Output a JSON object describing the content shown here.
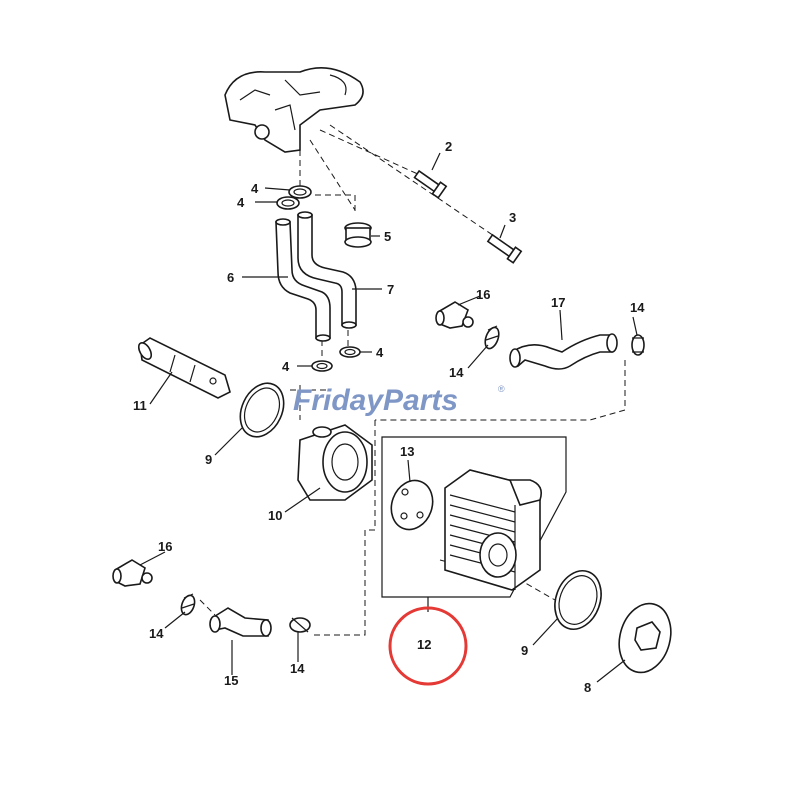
{
  "watermark": {
    "text_a": "Friday",
    "text_b": "Parts",
    "reg": "®",
    "color": "#7f97c6"
  },
  "highlight_color": "#e53935",
  "callouts": [
    {
      "id": "c2",
      "text": "2"
    },
    {
      "id": "c3",
      "text": "3"
    },
    {
      "id": "c4a",
      "text": "4"
    },
    {
      "id": "c4b",
      "text": "4"
    },
    {
      "id": "c4c",
      "text": "4"
    },
    {
      "id": "c4d",
      "text": "4"
    },
    {
      "id": "c5",
      "text": "5"
    },
    {
      "id": "c6",
      "text": "6"
    },
    {
      "id": "c7",
      "text": "7"
    },
    {
      "id": "c8",
      "text": "8"
    },
    {
      "id": "c9a",
      "text": "9"
    },
    {
      "id": "c9b",
      "text": "9"
    },
    {
      "id": "c10",
      "text": "10"
    },
    {
      "id": "c11",
      "text": "11"
    },
    {
      "id": "c12",
      "text": "12"
    },
    {
      "id": "c13",
      "text": "13"
    },
    {
      "id": "c14a",
      "text": "14"
    },
    {
      "id": "c14b",
      "text": "14"
    },
    {
      "id": "c14c",
      "text": "14"
    },
    {
      "id": "c14d",
      "text": "14"
    },
    {
      "id": "c15",
      "text": "15"
    },
    {
      "id": "c16a",
      "text": "16"
    },
    {
      "id": "c16b",
      "text": "16"
    },
    {
      "id": "c17",
      "text": "17"
    }
  ]
}
